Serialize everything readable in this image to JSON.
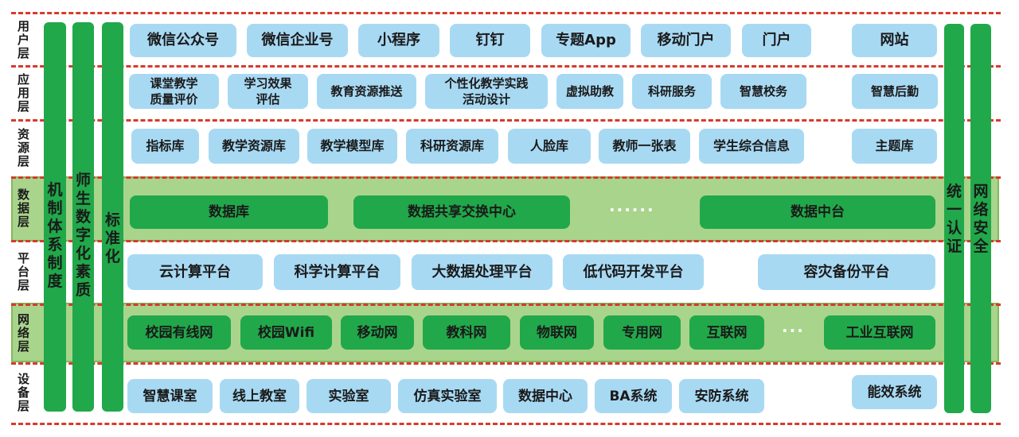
{
  "layers": [
    "用\n户\n层",
    "应\n用\n层",
    "资\n源\n层",
    "数\n据\n层",
    "平\n台\n层",
    "网\n络\n层",
    "设\n备\n层"
  ],
  "left_bars": [
    "机\n制\n体\n系\n制\n度",
    "师\n生\n数\n字\n化\n素\n质",
    "标\n准\n化"
  ],
  "right_bars": [
    "统\n一\n认\n证",
    "网\n络\n安\n全"
  ],
  "rows": {
    "user": [
      "微信公众号",
      "微信企业号",
      "小程序",
      "钉钉",
      "专题App",
      "移动门户",
      "门户",
      "网站"
    ],
    "application": [
      "课堂教学\n质量评价",
      "学习效果\n评估",
      "教育资源推送",
      "个性化教学实践\n活动设计",
      "虚拟助教",
      "科研服务",
      "智慧校务",
      "智慧后勤"
    ],
    "resource": [
      "指标库",
      "教学资源库",
      "教学模型库",
      "科研资源库",
      "人脸库",
      "教师一张表",
      "学生综合信息",
      "主题库"
    ],
    "data": [
      "数据库",
      "数据共享交换中心",
      "数据中台"
    ],
    "platform": [
      "云计算平台",
      "科学计算平台",
      "大数据处理平台",
      "低代码开发平台",
      "容灾备份平台"
    ],
    "network": [
      "校园有线网",
      "校园Wifi",
      "移动网",
      "教科网",
      "物联网",
      "专用网",
      "互联网",
      "工业互联网"
    ],
    "device": [
      "智慧课室",
      "线上教室",
      "实验室",
      "仿真实验室",
      "数据中心",
      "BA系统",
      "安防系统",
      "能效系统"
    ]
  },
  "ellipsis": {
    "data": "······",
    "network": "···"
  },
  "colors": {
    "green": "#21a84a",
    "blue": "#a8d9f3",
    "band": "#a9d48c",
    "dash": "#d63a2e"
  }
}
